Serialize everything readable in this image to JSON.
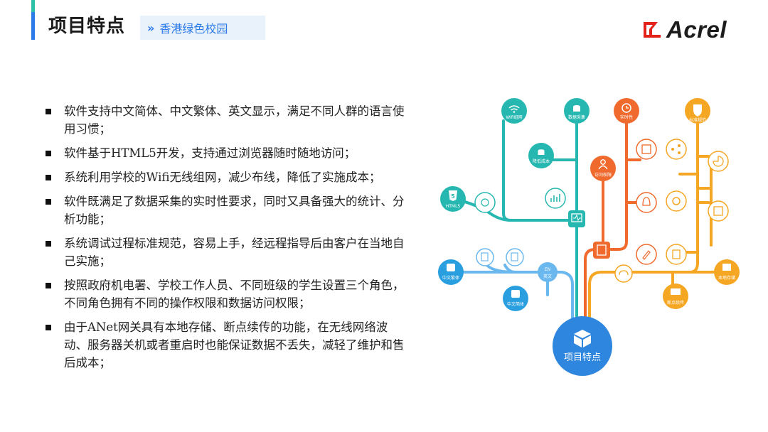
{
  "header": {
    "title": "项目特点",
    "subtitle_chevron": "»",
    "subtitle": "香港绿色校园",
    "logo_text": "Acrel"
  },
  "bullets": [
    "软件支持中文简体、中文繁体、英文显示，满足不同人群的语言使用习惯；",
    "软件基于HTML5开发，支持通过浏览器随时随地访问；",
    "系统利用学校的Wifi无线组网，减少布线，降低了实施成本；",
    "软件既满足了数据采集的实时性要求，同时又具备强大的统计、分析功能；",
    "系统调试过程标准规范，容易上手，经远程指导后由客户在当地自己实施；",
    "按照政府机电署、学校工作人员、不同班级的学生设置三个角色，不同角色拥有不同的操作权限和数据访问权限；",
    "由于ANet网关具有本地存储、断点续传的功能，在无线网络波动、服务器关机或者重启时也能保证数据不丢失，减轻了维护和售后成本；"
  ],
  "diagram": {
    "root": "项目特点",
    "nodes": {
      "wifi": "Wifi组网",
      "data": "数据采集",
      "realtime": "实时性",
      "standard": "标准规范",
      "cost": "降低成本",
      "access": "访问权限",
      "html5": "HTML5",
      "simplified": "中文繁体",
      "english": "英文",
      "traditional": "中文简体",
      "storage": "本地存储",
      "resume": "断点续传"
    },
    "icon_glyphs": {
      "html5": "5",
      "english": "EN"
    }
  },
  "colors": {
    "accent_blue": "#2d7be8",
    "accent_green": "#2bc0a8",
    "teal": "#26b8b0",
    "orange": "#ef6a2c",
    "yellow": "#f5a623",
    "light_blue": "#6ab8ee",
    "root_blue": "#2e86de",
    "logo_red": "#e2231a"
  }
}
